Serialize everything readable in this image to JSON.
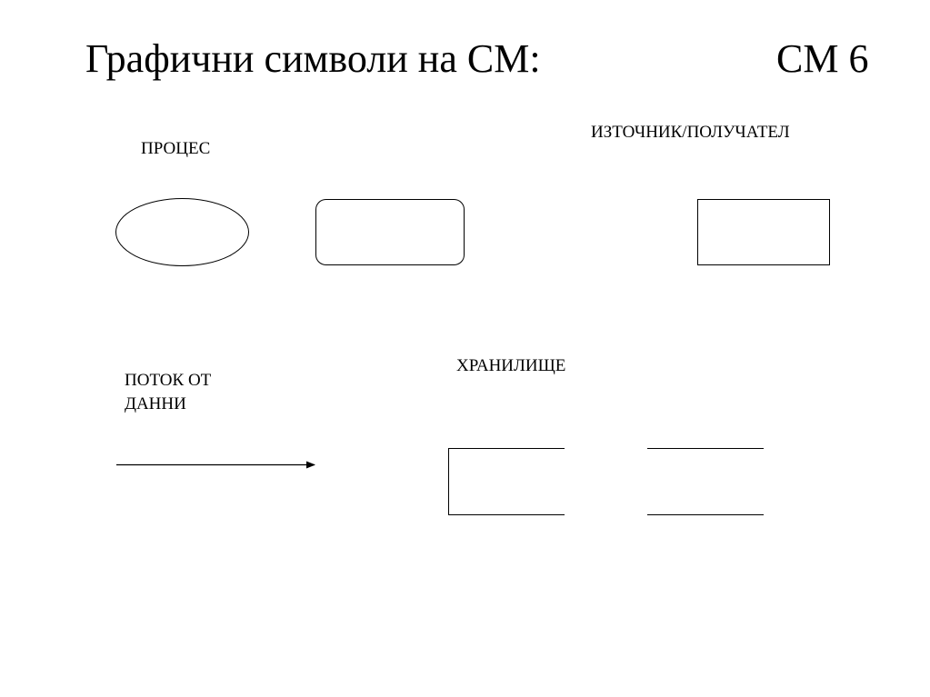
{
  "slide": {
    "title": "Графични символи на СМ:",
    "number": "СМ 6"
  },
  "symbols": {
    "process_label": "ПРОЦЕС",
    "source_label": "ИЗТОЧНИК/ПОЛУЧАТЕЛ",
    "flow_label_line1": "ПОТОК ОТ",
    "flow_label_line2": "ДАННИ",
    "store_label": "ХРАНИЛИЩЕ"
  },
  "colors": {
    "background": "#ffffff",
    "stroke": "#000000"
  }
}
